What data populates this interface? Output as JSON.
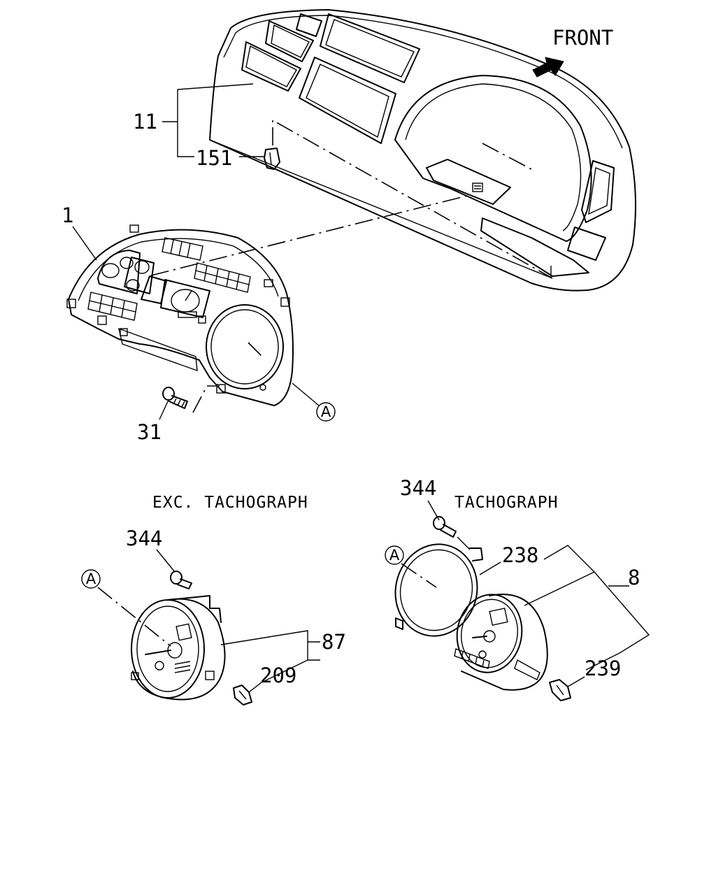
{
  "direction_label": "FRONT",
  "captions": {
    "exc_tachograph": "EXC. TACHOGRAPH",
    "tachograph": "TACHOGRAPH"
  },
  "callouts": {
    "p11": "11",
    "p151": "151",
    "p1": "1",
    "p31": "31",
    "ref_a_main": "A",
    "p344_left": "344",
    "ref_a_left": "A",
    "p87": "87",
    "p209": "209",
    "p344_right": "344",
    "ref_a_right": "A",
    "p238": "238",
    "p8": "8",
    "p239": "239"
  }
}
